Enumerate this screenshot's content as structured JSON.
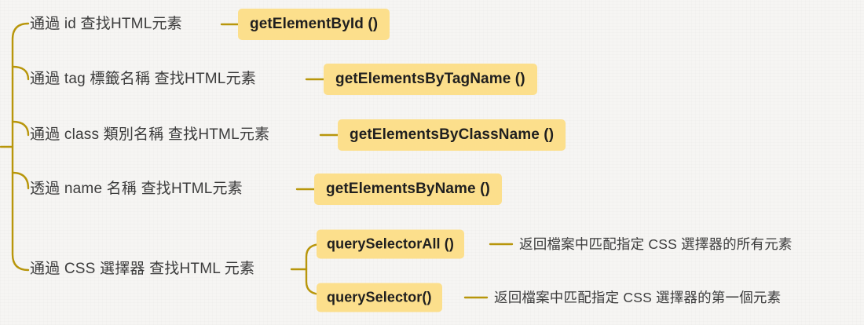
{
  "diagram": {
    "title_absent": true,
    "root_stub_label": "",
    "accent_color": "#b8960b",
    "badge_color": "#fcdf8c",
    "text_color": "#3c3c3c",
    "background_color": "#f6f5f3"
  },
  "branches": [
    {
      "label": "通過 id 查找HTML元素",
      "method": "getElementById ()",
      "description": ""
    },
    {
      "label": "通過 tag 標籤名稱 查找HTML元素",
      "method": "getElementsByTagName ()",
      "description": ""
    },
    {
      "label": "通過 class 類別名稱 查找HTML元素",
      "method": "getElementsByClassName ()",
      "description": ""
    },
    {
      "label": "透過 name 名稱 查找HTML元素",
      "method": "getElementsByName ()",
      "description": ""
    },
    {
      "label": "通過 CSS 選擇器 查找HTML 元素",
      "children": [
        {
          "method": "querySelectorAll ()",
          "description": "返回檔案中匹配指定 CSS 選擇器的所有元素"
        },
        {
          "method": "querySelector()",
          "description": "返回檔案中匹配指定 CSS 選擇器的第一個元素"
        }
      ]
    }
  ]
}
